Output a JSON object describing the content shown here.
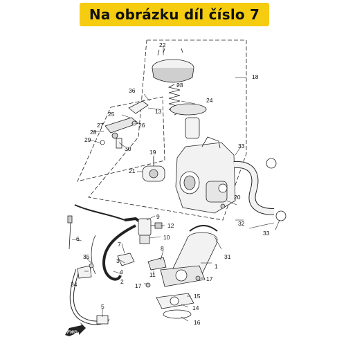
{
  "banner": {
    "text": "Na obrázku díl číslo 7"
  },
  "colors": {
    "banner_bg": "#f5cc0f",
    "line": "#222222",
    "part_fill": "#f2f2f2",
    "part_dark": "#cfcfcf"
  },
  "callouts": {
    "c1": "1",
    "c2": "2",
    "c3": "3",
    "c4": "4",
    "c5": "5",
    "c6": "6",
    "c7": "7",
    "c8": "8",
    "c9": "9",
    "c10": "10",
    "c11": "11",
    "c12": "12",
    "c13": "13",
    "c14": "14",
    "c15": "15",
    "c16": "16",
    "c17a": "17",
    "c17b": "17",
    "c18": "18",
    "c19": "19",
    "c20": "20",
    "c21": "21",
    "c22": "22",
    "c23": "23",
    "c24": "24",
    "c25": "25",
    "c26": "26",
    "c27": "27",
    "c28": "28",
    "c29": "29",
    "c30": "30",
    "c31": "31",
    "c32": "32",
    "c33a": "33",
    "c33b": "33",
    "c34": "34",
    "c35": "35",
    "c36": "36"
  },
  "fwd_badge": "FWD"
}
